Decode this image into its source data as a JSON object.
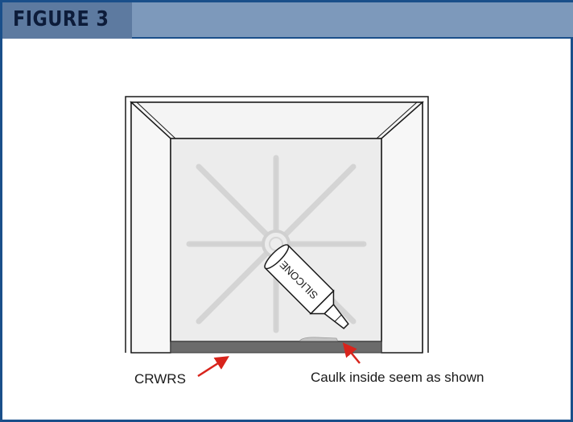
{
  "figure": {
    "title": "FIGURE 3"
  },
  "diagram": {
    "tube_label": "SILICONE",
    "label_crwrs": "CRWRS",
    "label_caulk": "Caulk inside seem as shown"
  },
  "colors": {
    "header_bg": "#7d99bb",
    "header_accent": "#5d7aa0",
    "border": "#1a4f8a",
    "arrow": "#d8241c",
    "base_strip": "#6b6b6b"
  }
}
